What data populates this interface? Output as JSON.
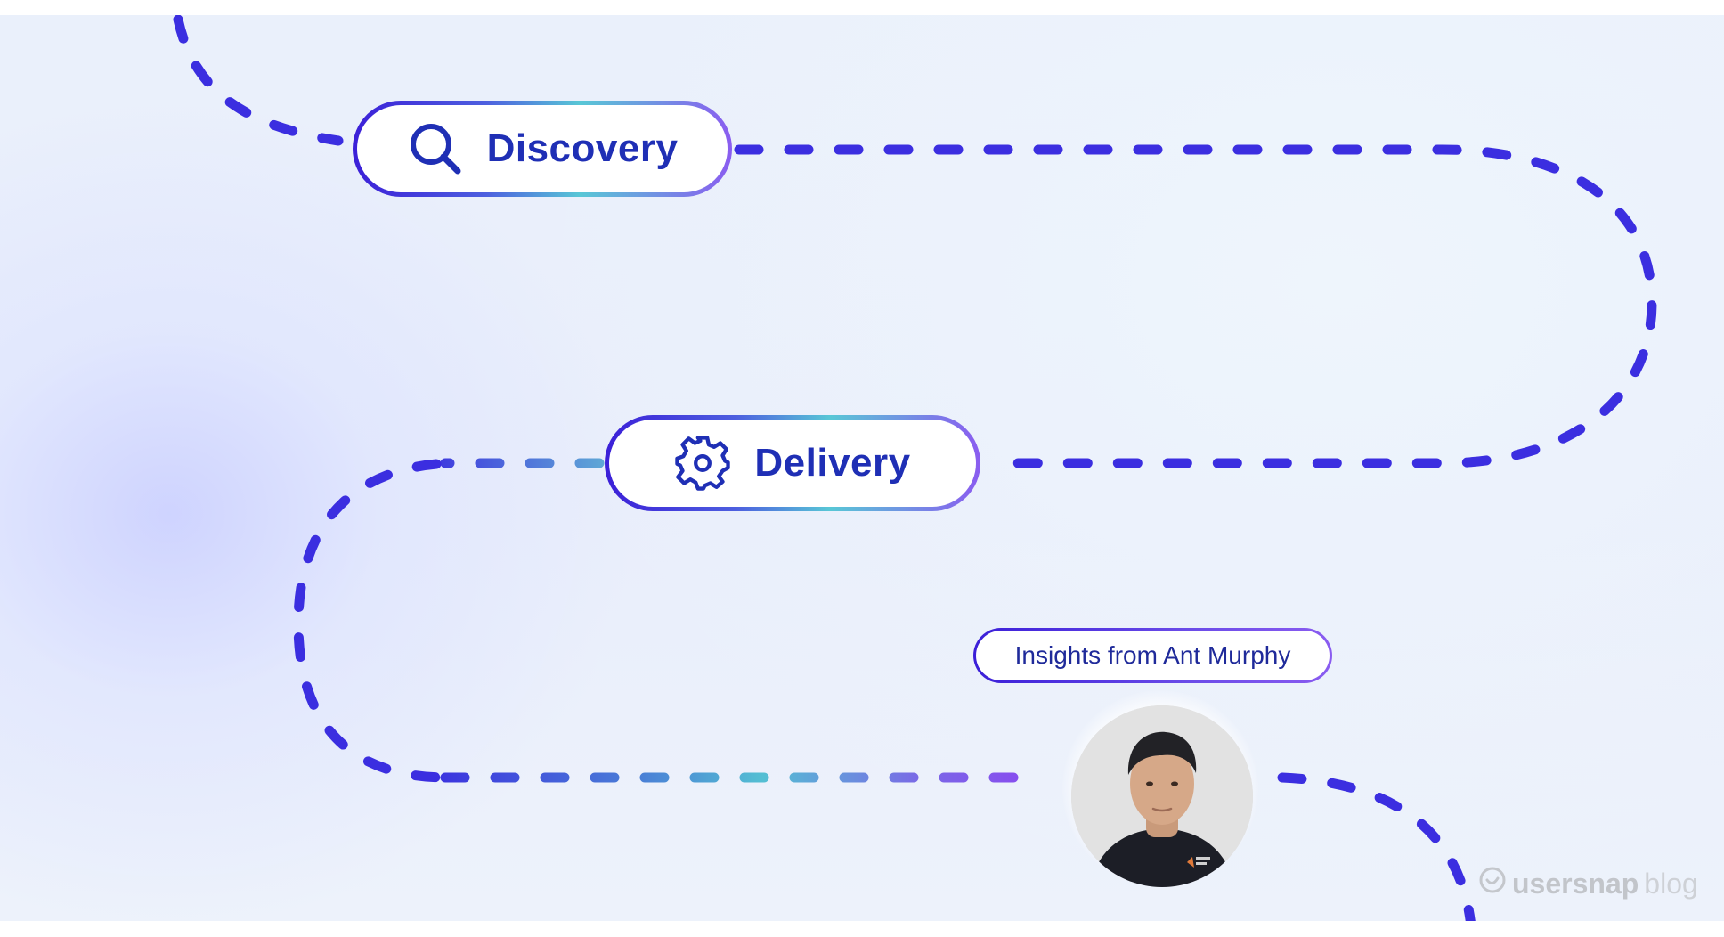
{
  "stages": {
    "discovery": {
      "label": "Discovery",
      "icon": "search-icon"
    },
    "delivery": {
      "label": "Delivery",
      "icon": "gear-icon"
    }
  },
  "speaker": {
    "tag": "Insights from Ant Murphy",
    "avatar": "portrait-photo"
  },
  "brand": {
    "name": "usersnap",
    "suffix": "blog",
    "icon": "usersnap-logo-icon"
  },
  "colors": {
    "path": "#3b2ee0",
    "label": "#1f2fb5",
    "accent_teal": "#58c7d6",
    "accent_purple": "#8a5cf0"
  }
}
